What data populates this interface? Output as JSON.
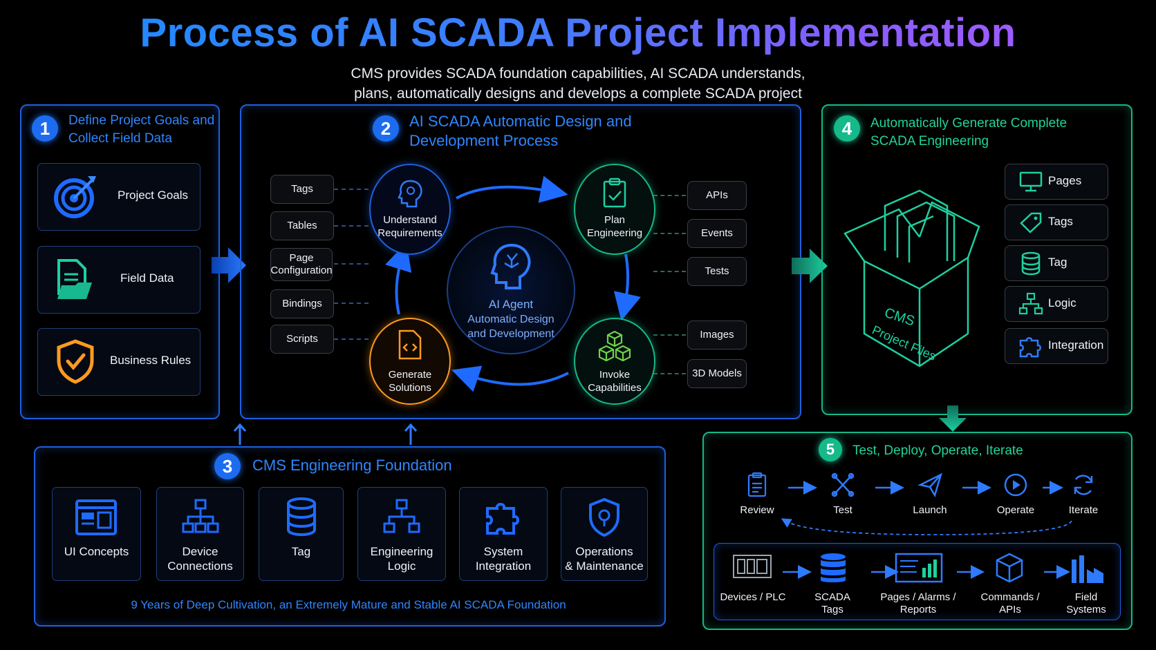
{
  "header": {
    "title": "Process of AI SCADA Project Implementation",
    "subtitle_line1": "CMS provides SCADA foundation capabilities, AI SCADA understands,",
    "subtitle_line2": "plans, automatically designs and develops a complete SCADA project"
  },
  "step1": {
    "number": "1",
    "title_line1": "Define Project Goals and",
    "title_line2": "Collect Field Data",
    "items": [
      {
        "label": "Project Goals",
        "icon": "target-icon"
      },
      {
        "label": "Field Data",
        "icon": "document-folder-icon"
      },
      {
        "label": "Business Rules",
        "icon": "shield-check-icon"
      }
    ]
  },
  "step2": {
    "number": "2",
    "title_line1": "AI SCADA Automatic Design and",
    "title_line2": "Development Process",
    "left_items": [
      "Tags",
      "Tables",
      "Page Configuration",
      "Bindings",
      "Scripts"
    ],
    "right_top_items": [
      "APIs",
      "Events",
      "Tests"
    ],
    "right_bottom_items": [
      "Images",
      "3D Models"
    ],
    "center_line1": "AI Agent",
    "center_line2": "Automatic Design",
    "center_line3": "and Development",
    "cycle": {
      "understand_line1": "Understand",
      "understand_line2": "Requirements",
      "plan_line1": "Plan",
      "plan_line2": "Engineering",
      "invoke_line1": "Invoke",
      "invoke_line2": "Capabilities",
      "generate_line1": "Generate",
      "generate_line2": "Solutions"
    }
  },
  "step3": {
    "number": "3",
    "title": "CMS Engineering Foundation",
    "cards": [
      {
        "line1": "UI Concepts",
        "line2": "",
        "icon": "ui-window-icon"
      },
      {
        "line1": "Device",
        "line2": "Connections",
        "icon": "hierarchy-icon"
      },
      {
        "line1": "Tag",
        "line2": "",
        "icon": "database-icon"
      },
      {
        "line1": "Engineering",
        "line2": "Logic",
        "icon": "flowchart-icon"
      },
      {
        "line1": "System",
        "line2": "Integration",
        "icon": "puzzle-icon"
      },
      {
        "line1": "Operations",
        "line2": "& Maintenance",
        "icon": "shield-gear-icon"
      }
    ],
    "footer": "9 Years of Deep Cultivation, an Extremely Mature and Stable AI SCADA Foundation"
  },
  "step4": {
    "number": "4",
    "title_line1": "Automatically Generate Complete",
    "title_line2": "SCADA Engineering",
    "box_label_line1": "CMS",
    "box_label_line2": "Project Files",
    "items": [
      {
        "label": "Pages",
        "icon": "monitor-icon"
      },
      {
        "label": "Tags",
        "icon": "tag-icon"
      },
      {
        "label": "Tag",
        "icon": "database-icon"
      },
      {
        "label": "Logic",
        "icon": "hierarchy-icon"
      },
      {
        "label": "Integration",
        "icon": "puzzle-icon"
      }
    ]
  },
  "step5": {
    "number": "5",
    "title": "Test, Deploy, Operate, Iterate",
    "steps": [
      "Review",
      "Test",
      "Launch",
      "Operate",
      "Iterate"
    ],
    "flow": [
      {
        "line1": "Devices / PLC",
        "line2": ""
      },
      {
        "line1": "SCADA",
        "line2": "Tags"
      },
      {
        "line1": "Pages / Alarms /",
        "line2": "Reports"
      },
      {
        "line1": "Commands /",
        "line2": "APIs"
      },
      {
        "line1": "Field",
        "line2": "Systems"
      }
    ]
  }
}
